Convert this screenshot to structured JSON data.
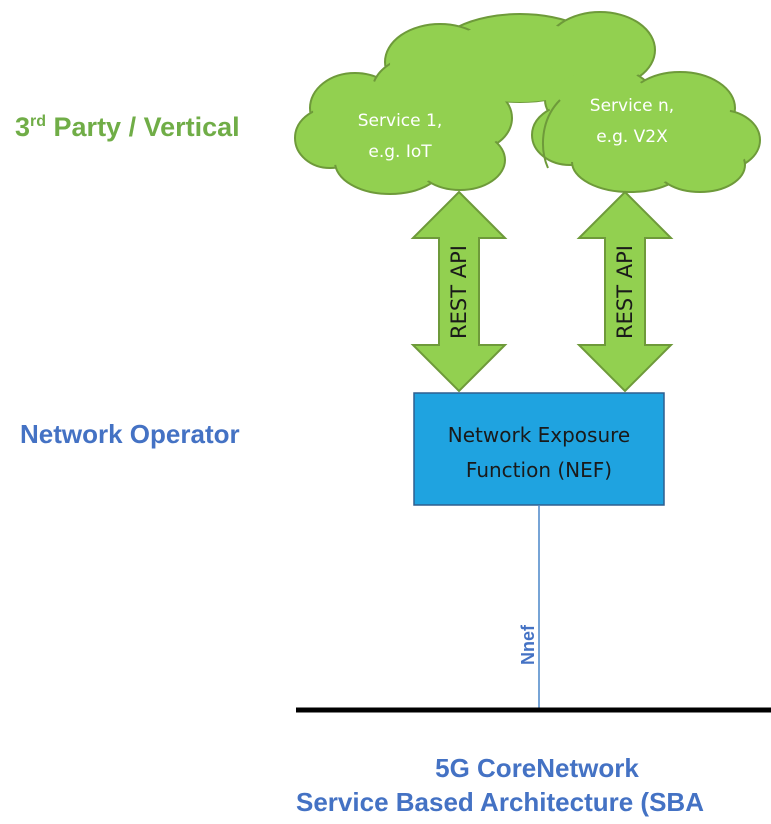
{
  "labels": {
    "third_party_prefix": "3",
    "third_party_sup": "rd",
    "third_party_rest": " Party / Vertical",
    "network_operator": "Network Operator",
    "core_line1": "5G CoreNetwork",
    "core_line2": "Service Based Architecture (SBA"
  },
  "clouds": {
    "service1": {
      "line1": "Service 1,",
      "line2": "e.g. IoT"
    },
    "servicen": {
      "line1": "Service n,",
      "line2": "e.g. V2X"
    }
  },
  "arrows": {
    "left": "REST  API",
    "right": "REST  API"
  },
  "nef": {
    "line1": "Network Exposure",
    "line2": "Function (NEF)"
  },
  "interface": {
    "label": "Nnef"
  },
  "colors": {
    "green_fill": "#92d050",
    "green_stroke": "#6e9a3a",
    "green_text": "#70ad47",
    "blue_text": "#4472c4",
    "nef_fill": "#1fa3e0",
    "nef_stroke": "#2f5f8f",
    "interface_line": "#4a86c8",
    "bus_line": "#000000"
  }
}
